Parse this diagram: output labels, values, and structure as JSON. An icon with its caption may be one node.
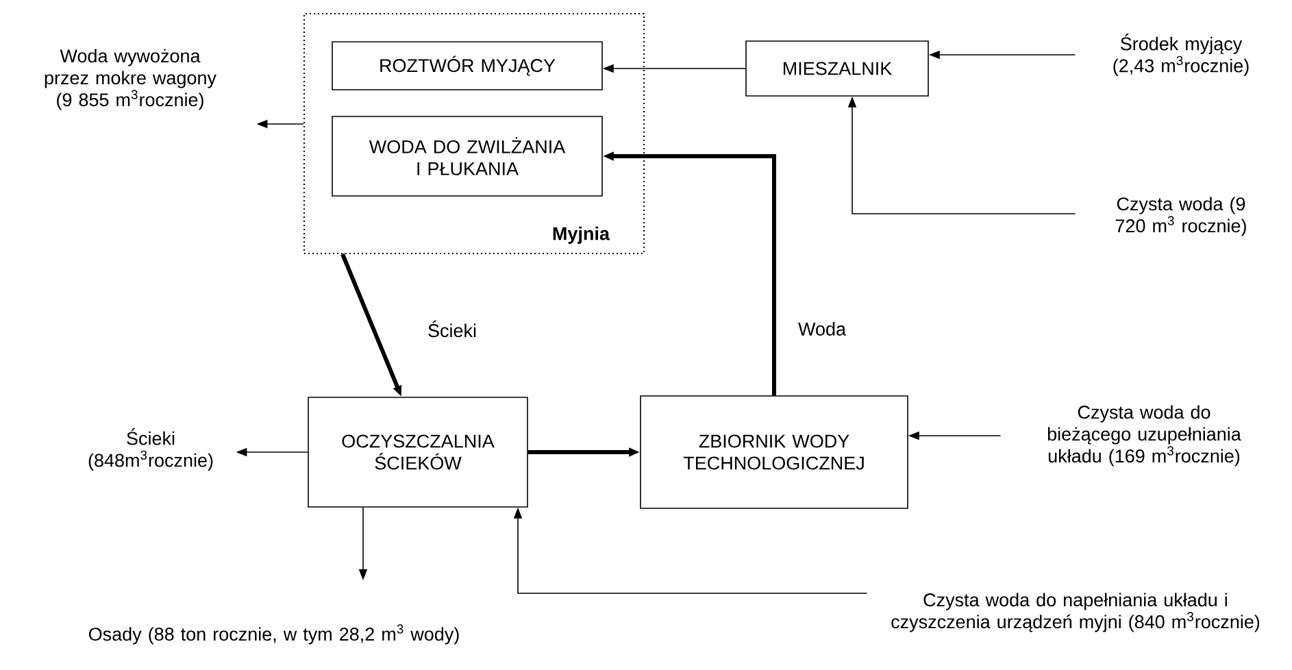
{
  "diagram": {
    "nodes": [
      {
        "text": [
          "Myjnia"
        ]
      },
      {
        "text": [
          "ROZTWÓR MYJĄCY"
        ],
        "in": 0
      },
      {
        "text": [
          "WODA DO ZWILŻANIA I PŁUKANIA"
        ],
        "in": 0
      },
      {
        "text": [
          "MIESZALNIK"
        ]
      },
      {
        "text": [
          "Środek myjący (2,43 m$^{3}$rocznie)"
        ]
      },
      {
        "text": [
          "Czysta woda (9 720 m$^{3}$ rocznie)"
        ]
      },
      {
        "text": [
          "Woda wywożona przez mokre wagony (9 855 m$^{3}$rocznie)"
        ]
      },
      {
        "text": [
          "OCZYSZCZALNIA ŚCIEKÓW"
        ]
      },
      {
        "text": [
          "ZBIORNIK WODY TECHNOLOGICZNEJ"
        ]
      },
      {
        "text": [
          "Ścieki (848m$^{3}$rocznie)"
        ]
      },
      {
        "text": [
          "Czysta woda do bieżącego uzupełniania układu (169 m$^{3}$rocznie)"
        ]
      },
      {
        "text": [
          "Osady (88 ton rocznie, w tym 28,2 m$^{3}$ wody)"
        ]
      },
      {
        "text": [
          "Czysta woda do napełniania układu i czyszczenia urządzeń myjni (840 m$^{3}$rocznie)"
        ]
      }
    ],
    "edges": [
      {
        "from": 4,
        "to": 3,
        "arrow": "to"
      },
      {
        "from": 3,
        "to": 1,
        "arrow": "to"
      },
      {
        "from": 5,
        "to": 3,
        "arrow": "to"
      },
      {
        "from": 0,
        "to": 6,
        "arrow": "to"
      },
      {
        "from": 0,
        "to": 7,
        "arrow": "to",
        "label": "Ścieki",
        "style": "thick"
      },
      {
        "from": 8,
        "to": 2,
        "arrow": "to",
        "label": "Woda",
        "style": "thick"
      },
      {
        "from": 7,
        "to": 8,
        "arrow": "to",
        "style": "thick"
      },
      {
        "from": 7,
        "to": 9,
        "arrow": "to"
      },
      {
        "from": 10,
        "to": 8,
        "arrow": "to"
      },
      {
        "from": 7,
        "to": 11,
        "arrow": "to"
      },
      {
        "from": 12,
        "to": 7,
        "arrow": "to"
      }
    ]
  }
}
